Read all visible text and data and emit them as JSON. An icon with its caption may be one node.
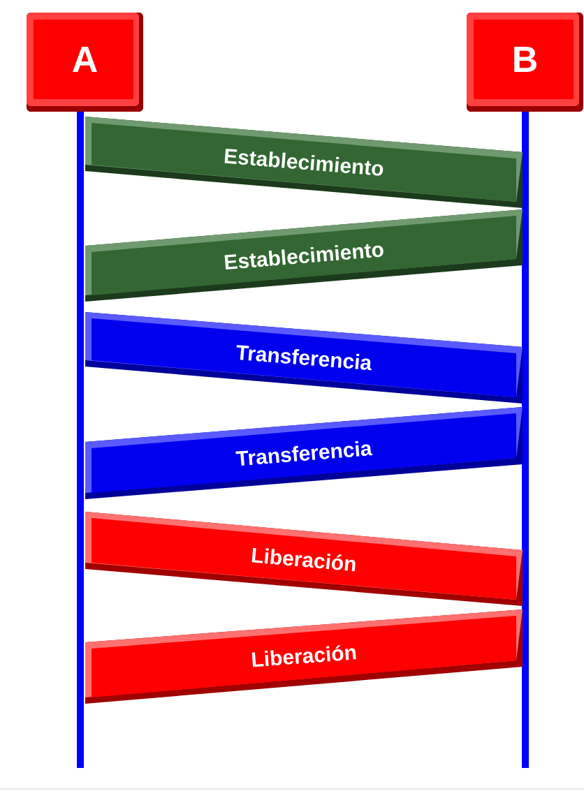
{
  "diagram": {
    "nodes": [
      {
        "text": [
          "A"
        ]
      },
      {
        "text": [
          "B"
        ]
      },
      {
        "text": [
          "Establecimiento"
        ]
      },
      {
        "text": [
          "Establecimiento"
        ]
      },
      {
        "text": [
          "Transferencia"
        ]
      },
      {
        "text": [
          "Transferencia"
        ]
      },
      {
        "text": [
          "Liberación"
        ]
      },
      {
        "text": [
          "Liberación"
        ]
      }
    ]
  }
}
